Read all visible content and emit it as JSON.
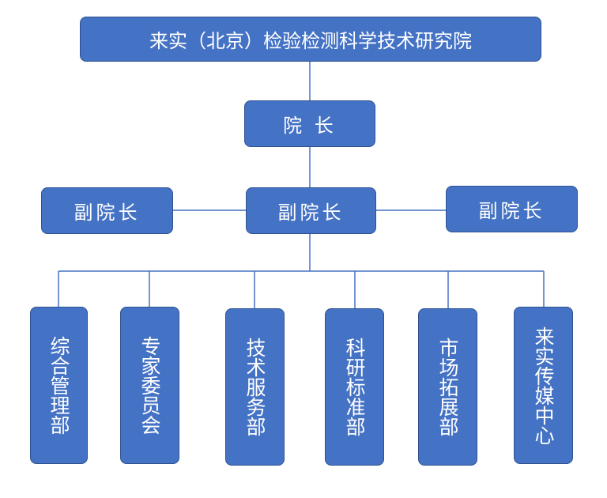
{
  "org_chart": {
    "root": "来实（北京）检验检测科学技术研究院",
    "director": "院 长",
    "vice_directors": [
      "副院长",
      "副院长",
      "副院长"
    ],
    "departments": [
      "综合管理部",
      "专家委员会",
      "技术服务部",
      "科研标准部",
      "市场拓展部",
      "来实传媒中心"
    ]
  },
  "colors": {
    "box_fill": "#4472C4",
    "box_border": "#2F528F",
    "connector": "#4472C4",
    "text": "#FFFFFF"
  }
}
